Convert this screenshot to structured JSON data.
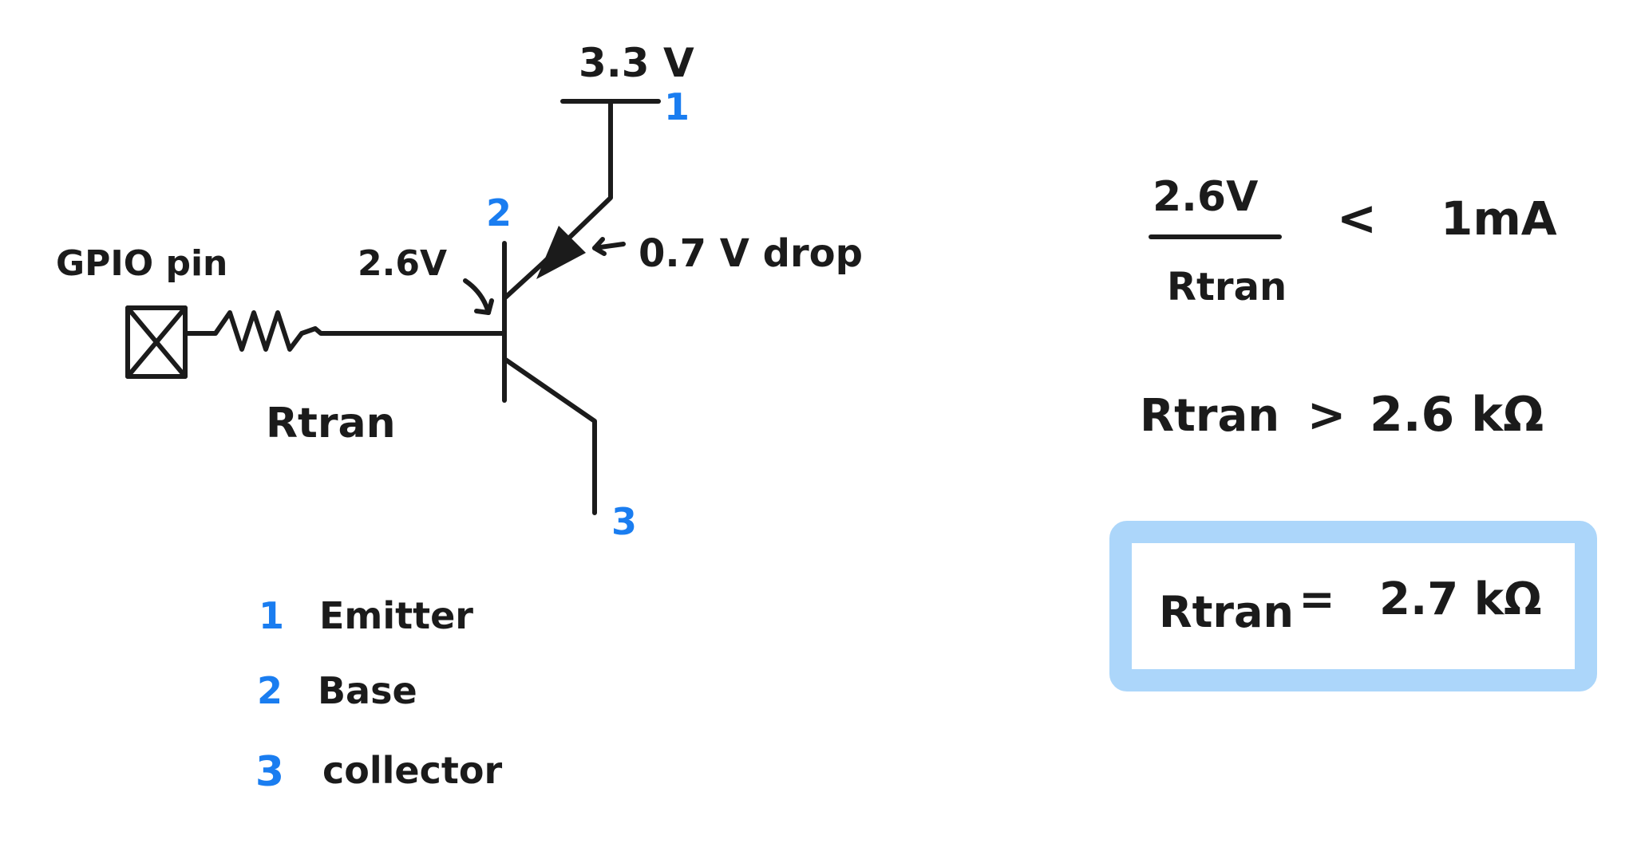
{
  "colors": {
    "ink": "#1b1b1b",
    "pin_number": "#1a7df0",
    "highlight_box": "#acd6fa"
  },
  "circuit": {
    "supply_label": "3.3 V",
    "gpio_label": "GPIO pin",
    "resistor_label": "Rtran",
    "base_voltage_label": "2.6V",
    "drop_label": "0.7 V drop",
    "pin_numbers": {
      "emitter": "1",
      "base": "2",
      "collector": "3"
    }
  },
  "legend": [
    {
      "number": "1",
      "label": "Emitter"
    },
    {
      "number": "2",
      "label": "Base"
    },
    {
      "number": "3",
      "label": "collector"
    }
  ],
  "equations": {
    "fraction_numerator": "2.6V",
    "fraction_denominator": "Rtran",
    "inequality_symbol": "<",
    "current_limit": "1mA",
    "line2_lhs": "Rtran",
    "line2_symbol": ">",
    "line2_rhs": "2.6 kΩ",
    "result_lhs": "Rtran",
    "result_symbol": "=",
    "result_rhs": "2.7 kΩ"
  }
}
